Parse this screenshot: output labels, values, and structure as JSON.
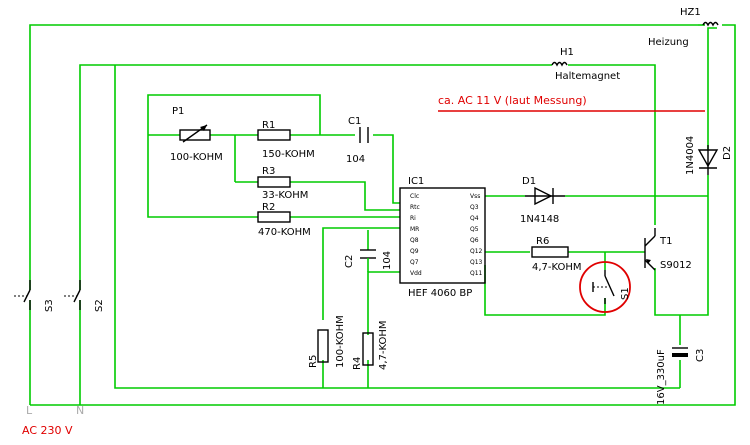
{
  "supply": {
    "line_label": "L",
    "neutral_label": "N",
    "voltage_label": "AC 230 V"
  },
  "components": {
    "hz1": {
      "ref": "HZ1",
      "value": "Heizung"
    },
    "h1": {
      "ref": "H1",
      "value": "Haltemagnet"
    },
    "note": "ca. AC 11 V (laut Messung)",
    "p1": {
      "ref": "P1",
      "value": "100-KOHM"
    },
    "r1": {
      "ref": "R1",
      "value": "150-KOHM"
    },
    "c1": {
      "ref": "C1",
      "value": "104"
    },
    "r3": {
      "ref": "R3",
      "value": "33-KOHM"
    },
    "r2": {
      "ref": "R2",
      "value": "470-KOHM"
    },
    "ic1": {
      "ref": "IC1",
      "value": "HEF 4060 BP"
    },
    "d1": {
      "ref": "D1",
      "value": "1N4148"
    },
    "d2": {
      "ref": "D2",
      "value": "1N4004"
    },
    "r6": {
      "ref": "R6",
      "value": "4,7-KOHM"
    },
    "t1": {
      "ref": "T1",
      "value": "S9012"
    },
    "s1": {
      "ref": "S1"
    },
    "c2": {
      "ref": "C2",
      "value": "104"
    },
    "r5": {
      "ref": "R5",
      "value": "100-KOHM"
    },
    "r4": {
      "ref": "R4",
      "value": "4,7-KOHM"
    },
    "c3": {
      "ref": "C3",
      "value": "16V_330uF"
    },
    "s2": {
      "ref": "S2"
    },
    "s3": {
      "ref": "S3"
    }
  },
  "ic_pins": {
    "left": [
      "Clc",
      "Rtc",
      "Ri",
      "MR",
      "Q8",
      "Q9",
      "Q7",
      "Vdd"
    ],
    "right": [
      "Vss",
      "Q3",
      "Q4",
      "Q5",
      "Q6",
      "Q12",
      "Q13",
      "Q11"
    ]
  },
  "colors": {
    "wire": "#00cc00",
    "component": "#000000",
    "highlight": "#e00000",
    "supply_text": "#aaaaaa"
  }
}
